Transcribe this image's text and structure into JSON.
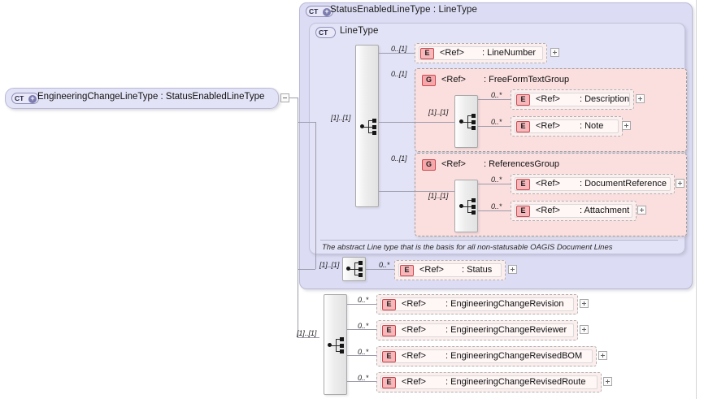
{
  "diagram": {
    "kind": "xsd-schema-tree",
    "root": {
      "icon": "complextype-expandable-icon",
      "icon_label": "CT",
      "label": "EngineeringChangeLineType : StatusEnabledLineType",
      "collapse_control": "minus"
    },
    "outer_type": {
      "icon_label": "CT",
      "title": "StatusEnabledLineType : LineType"
    },
    "inner_type": {
      "icon_label": "CT",
      "title": "LineType",
      "annotation": "The abstract Line type that is the basis for all non-statusable OAGIS Document Lines"
    },
    "compositors": {
      "line_type_sequence": {
        "cardinality": "[1]..[1]",
        "kind": "sequence"
      },
      "freeformtext_sequence": {
        "cardinality": "[1]..[1]",
        "kind": "sequence"
      },
      "references_sequence": {
        "cardinality": "[1]..[1]",
        "kind": "sequence"
      },
      "status_sequence": {
        "cardinality": "[1]..[1]",
        "kind": "sequence"
      },
      "engineeringchange_sequence": {
        "cardinality": "[1]..[1]",
        "kind": "sequence"
      }
    },
    "ref_word": "<Ref>",
    "nodes": {
      "line_number": {
        "icon_label": "E",
        "ref": "<Ref>",
        "name": ": LineNumber",
        "cardinality": "0..[1]",
        "expander": "+"
      },
      "freeformtextgroup": {
        "icon_label": "G",
        "ref": "<Ref>",
        "name": ": FreeFormTextGroup",
        "cardinality": "0..[1]"
      },
      "description": {
        "icon_label": "E",
        "ref": "<Ref>",
        "name": ": Description",
        "cardinality": "0..*",
        "expander": "+"
      },
      "note": {
        "icon_label": "E",
        "ref": "<Ref>",
        "name": ": Note",
        "cardinality": "0..*",
        "expander": "+"
      },
      "referencesgroup": {
        "icon_label": "G",
        "ref": "<Ref>",
        "name": ": ReferencesGroup",
        "cardinality": "0..[1]"
      },
      "document_reference": {
        "icon_label": "E",
        "ref": "<Ref>",
        "name": ": DocumentReference",
        "cardinality": "0..*",
        "expander": "+"
      },
      "attachment": {
        "icon_label": "E",
        "ref": "<Ref>",
        "name": ": Attachment",
        "cardinality": "0..*",
        "expander": "+"
      },
      "status": {
        "icon_label": "E",
        "ref": "<Ref>",
        "name": ": Status",
        "cardinality": "0..*",
        "expander": "+"
      },
      "ec_revision": {
        "icon_label": "E",
        "ref": "<Ref>",
        "name": ": EngineeringChangeRevision",
        "cardinality": "0..*",
        "expander": "+"
      },
      "ec_reviewer": {
        "icon_label": "E",
        "ref": "<Ref>",
        "name": ": EngineeringChangeReviewer",
        "cardinality": "0..*",
        "expander": "+"
      },
      "ec_revised_bom": {
        "icon_label": "E",
        "ref": "<Ref>",
        "name": ": EngineeringChangeRevisedBOM",
        "cardinality": "0..*",
        "expander": "+"
      },
      "ec_revised_route": {
        "icon_label": "E",
        "ref": "<Ref>",
        "name": ": EngineeringChangeRevisedRoute",
        "cardinality": "0..*",
        "expander": "+"
      }
    },
    "colors": {
      "complextype_fill": "#dcdcf4",
      "complextype_inner_fill": "#e3e3f7",
      "complextype_border": "#b9b9d8",
      "group_fill": "#fbdede",
      "element_fill": "#fdeeee",
      "element_inner_fill": "#fff6f6",
      "icon_border": "#c9484d",
      "connector": "#9b9bab"
    }
  }
}
